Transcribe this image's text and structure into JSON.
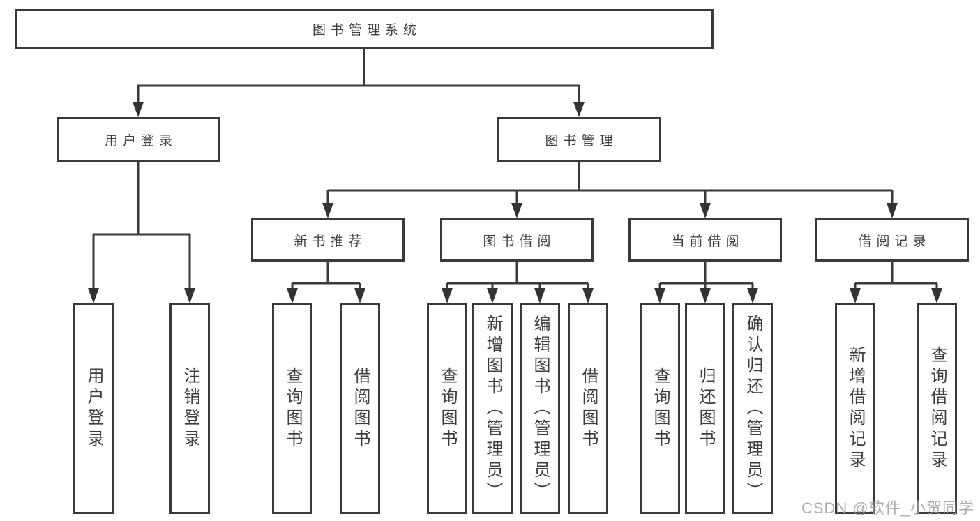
{
  "watermark": {
    "text": "CSDN @软件_小贺同学"
  },
  "diagram_type": "hierarchy-tree",
  "tree": {
    "label": "图书管理系统",
    "children": [
      {
        "label": "用户登录",
        "children": [
          {
            "label": "用户登录"
          },
          {
            "label": "注销登录"
          }
        ]
      },
      {
        "label": "图书管理",
        "children": [
          {
            "label": "新书推荐",
            "children": [
              {
                "label": "查询图书"
              },
              {
                "label": "借阅图书"
              }
            ]
          },
          {
            "label": "图书借阅",
            "children": [
              {
                "label": "查询图书"
              },
              {
                "label": "新增图书（管理员）"
              },
              {
                "label": "编辑图书（管理员）"
              },
              {
                "label": "借阅图书"
              }
            ]
          },
          {
            "label": "当前借阅",
            "children": [
              {
                "label": "查询图书"
              },
              {
                "label": "归还图书"
              },
              {
                "label": "确认归还（管理员）"
              }
            ]
          },
          {
            "label": "借阅记录",
            "children": [
              {
                "label": "新增借阅记录"
              },
              {
                "label": "查询借阅记录"
              }
            ]
          }
        ]
      }
    ]
  },
  "line_color": "#3a3a3a",
  "text_color": "#3d3d3d",
  "background_color": "#ffffff"
}
